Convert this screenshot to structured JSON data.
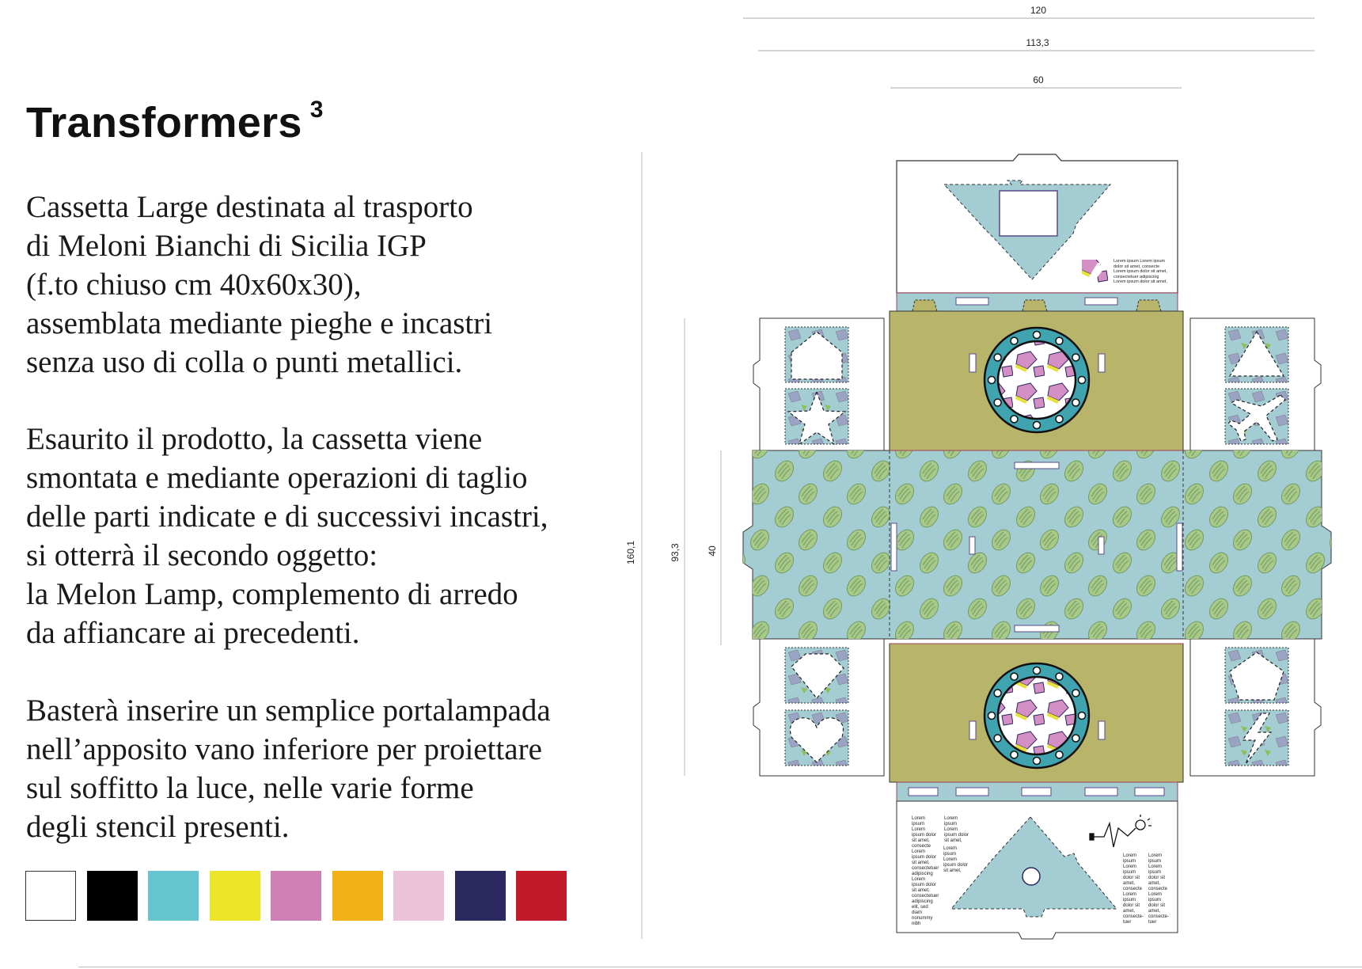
{
  "title": {
    "text": "Transformers",
    "superscript": "3"
  },
  "description": {
    "paragraph1": [
      "Cassetta Large destinata al trasporto",
      "di Meloni Bianchi di Sicilia IGP",
      "(f.to chiuso cm 40x60x30),",
      "assemblata mediante pieghe e incastri",
      "senza uso di colla o punti metallici."
    ],
    "paragraph2": [
      "Esaurito il prodotto, la cassetta viene",
      "smontata e mediante operazioni di taglio",
      "delle parti indicate e di successivi incastri,",
      "si otterrà il secondo oggetto:",
      "la Melon Lamp, complemento di arredo",
      "da affiancare ai precedenti."
    ],
    "paragraph3": [
      "Basterà inserire un semplice portalampada",
      "nell’apposito vano inferiore per proiettare",
      "sul soffitto la luce, nelle varie forme",
      "degli stencil presenti."
    ]
  },
  "palette": [
    "#ffffff",
    "#000000",
    "#67c5cf",
    "#ece52a",
    "#cf80b4",
    "#f2b117",
    "#ecc2d9",
    "#2b2860",
    "#c11b2a"
  ],
  "dimensions": {
    "width_total": "120",
    "width_inner": "113,3",
    "width_base": "60",
    "height_total": "160,1",
    "height_inner": "93,3",
    "height_base": "40"
  },
  "dieline": {
    "colors": {
      "band": "#a3cdd3",
      "olive": "#b8b46a",
      "ring": "#3fa3b0",
      "melon": "#a9c98a",
      "melon_stripe": "#6f9a5e",
      "fold": "#a0405a",
      "cut": "#333333"
    },
    "stencils": [
      "house",
      "star",
      "triangle",
      "airplane",
      "gem",
      "heart",
      "pentagon",
      "lightning"
    ],
    "top_label_text": [
      "Lorem ipsum Lorem ipsum",
      "dolor sit amet, consecte",
      "Lorem ipsum dolor sit amet,",
      "consectetuer adipiscing",
      "Lorem ipsum dolor sit amet,"
    ],
    "bottom_text_col1": "Lorem ipsum Lorem ipsum dolor sit amet, consecte Lorem ipsum dolor sit amet, consectetuer adipiscing Lorem ipsum dolor sit amet, consectetuer adipiscing elit, sed diam nonummy nibh",
    "bottom_text_col2a": "Lorem ipsum Lorem ipsum dolor sit amet,",
    "bottom_text_col2b": "Lorem ipsum Lorem ipsum dolor sit amet,",
    "bottom_text_col3": "Lorem ipsum Lorem ipsum dolor sit amet, consecte Lorem ipsum dolor sit amet, consecte-tuer",
    "bottom_text_col4": "Lorem ipsum Lorem ipsum dolor sit amet, consecte Lorem ipsum dolor sit amet, consecte-tuer"
  }
}
